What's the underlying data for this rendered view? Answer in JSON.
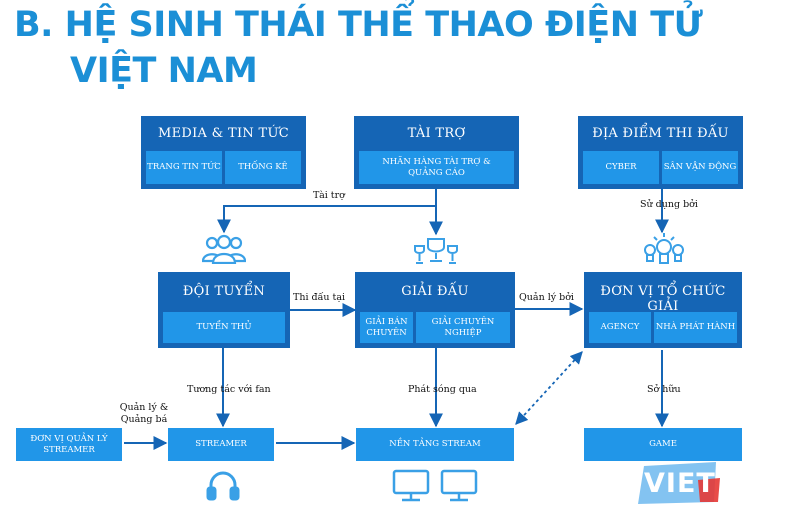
{
  "title": {
    "line1": "B. HỆ SINH THÁI THỂ THAO ĐIỆN TỬ",
    "line2": "VIỆT NAM"
  },
  "media": {
    "header": "MEDIA & TIN TỨC",
    "items": [
      "TRANG TIN TỨC",
      "THỐNG KÊ"
    ]
  },
  "sponsor": {
    "header": "TÀI TRỢ",
    "items": [
      "NHÃN HÀNG TÀI TRỢ & QUẢNG CÁO"
    ]
  },
  "venue": {
    "header": "ĐỊA ĐIỂM THI ĐẤU",
    "items": [
      "CYBER",
      "SÂN VẬN ĐỘNG"
    ]
  },
  "team": {
    "header": "ĐỘI TUYỂN",
    "items": [
      "TUYỂN THỦ"
    ]
  },
  "tournament": {
    "header": "GIẢI ĐẤU",
    "items": [
      "GIẢI BÁN CHUYÊN",
      "GIẢI CHUYÊN NGHIỆP"
    ]
  },
  "organizer": {
    "header": "ĐƠN VỊ TỔ CHỨC GIẢI",
    "items": [
      "AGENCY",
      "NHÀ PHÁT HÀNH"
    ]
  },
  "streamer_mgmt": "ĐƠN VỊ QUẢN LÝ STREAMER",
  "streamer": "STREAMER",
  "platform": "NỀN TẢNG STREAM",
  "game": "GAME",
  "labels": {
    "sponsor": "Tài trợ",
    "used_by": "Sử dụng bởi",
    "compete_at": "Thi đấu tại",
    "managed_by": "Quản lý bởi",
    "interact": "Tương tác với fan",
    "broadcast": "Phát sóng qua",
    "manage_promote": "Quản lý & Quảng bá",
    "owned_by": "Sở hữu"
  },
  "watermark": "VIET",
  "colors": {
    "dark": "#1565b5",
    "light": "#2196e8",
    "title": "#1b8fd6",
    "icon": "#3aa0e6"
  }
}
